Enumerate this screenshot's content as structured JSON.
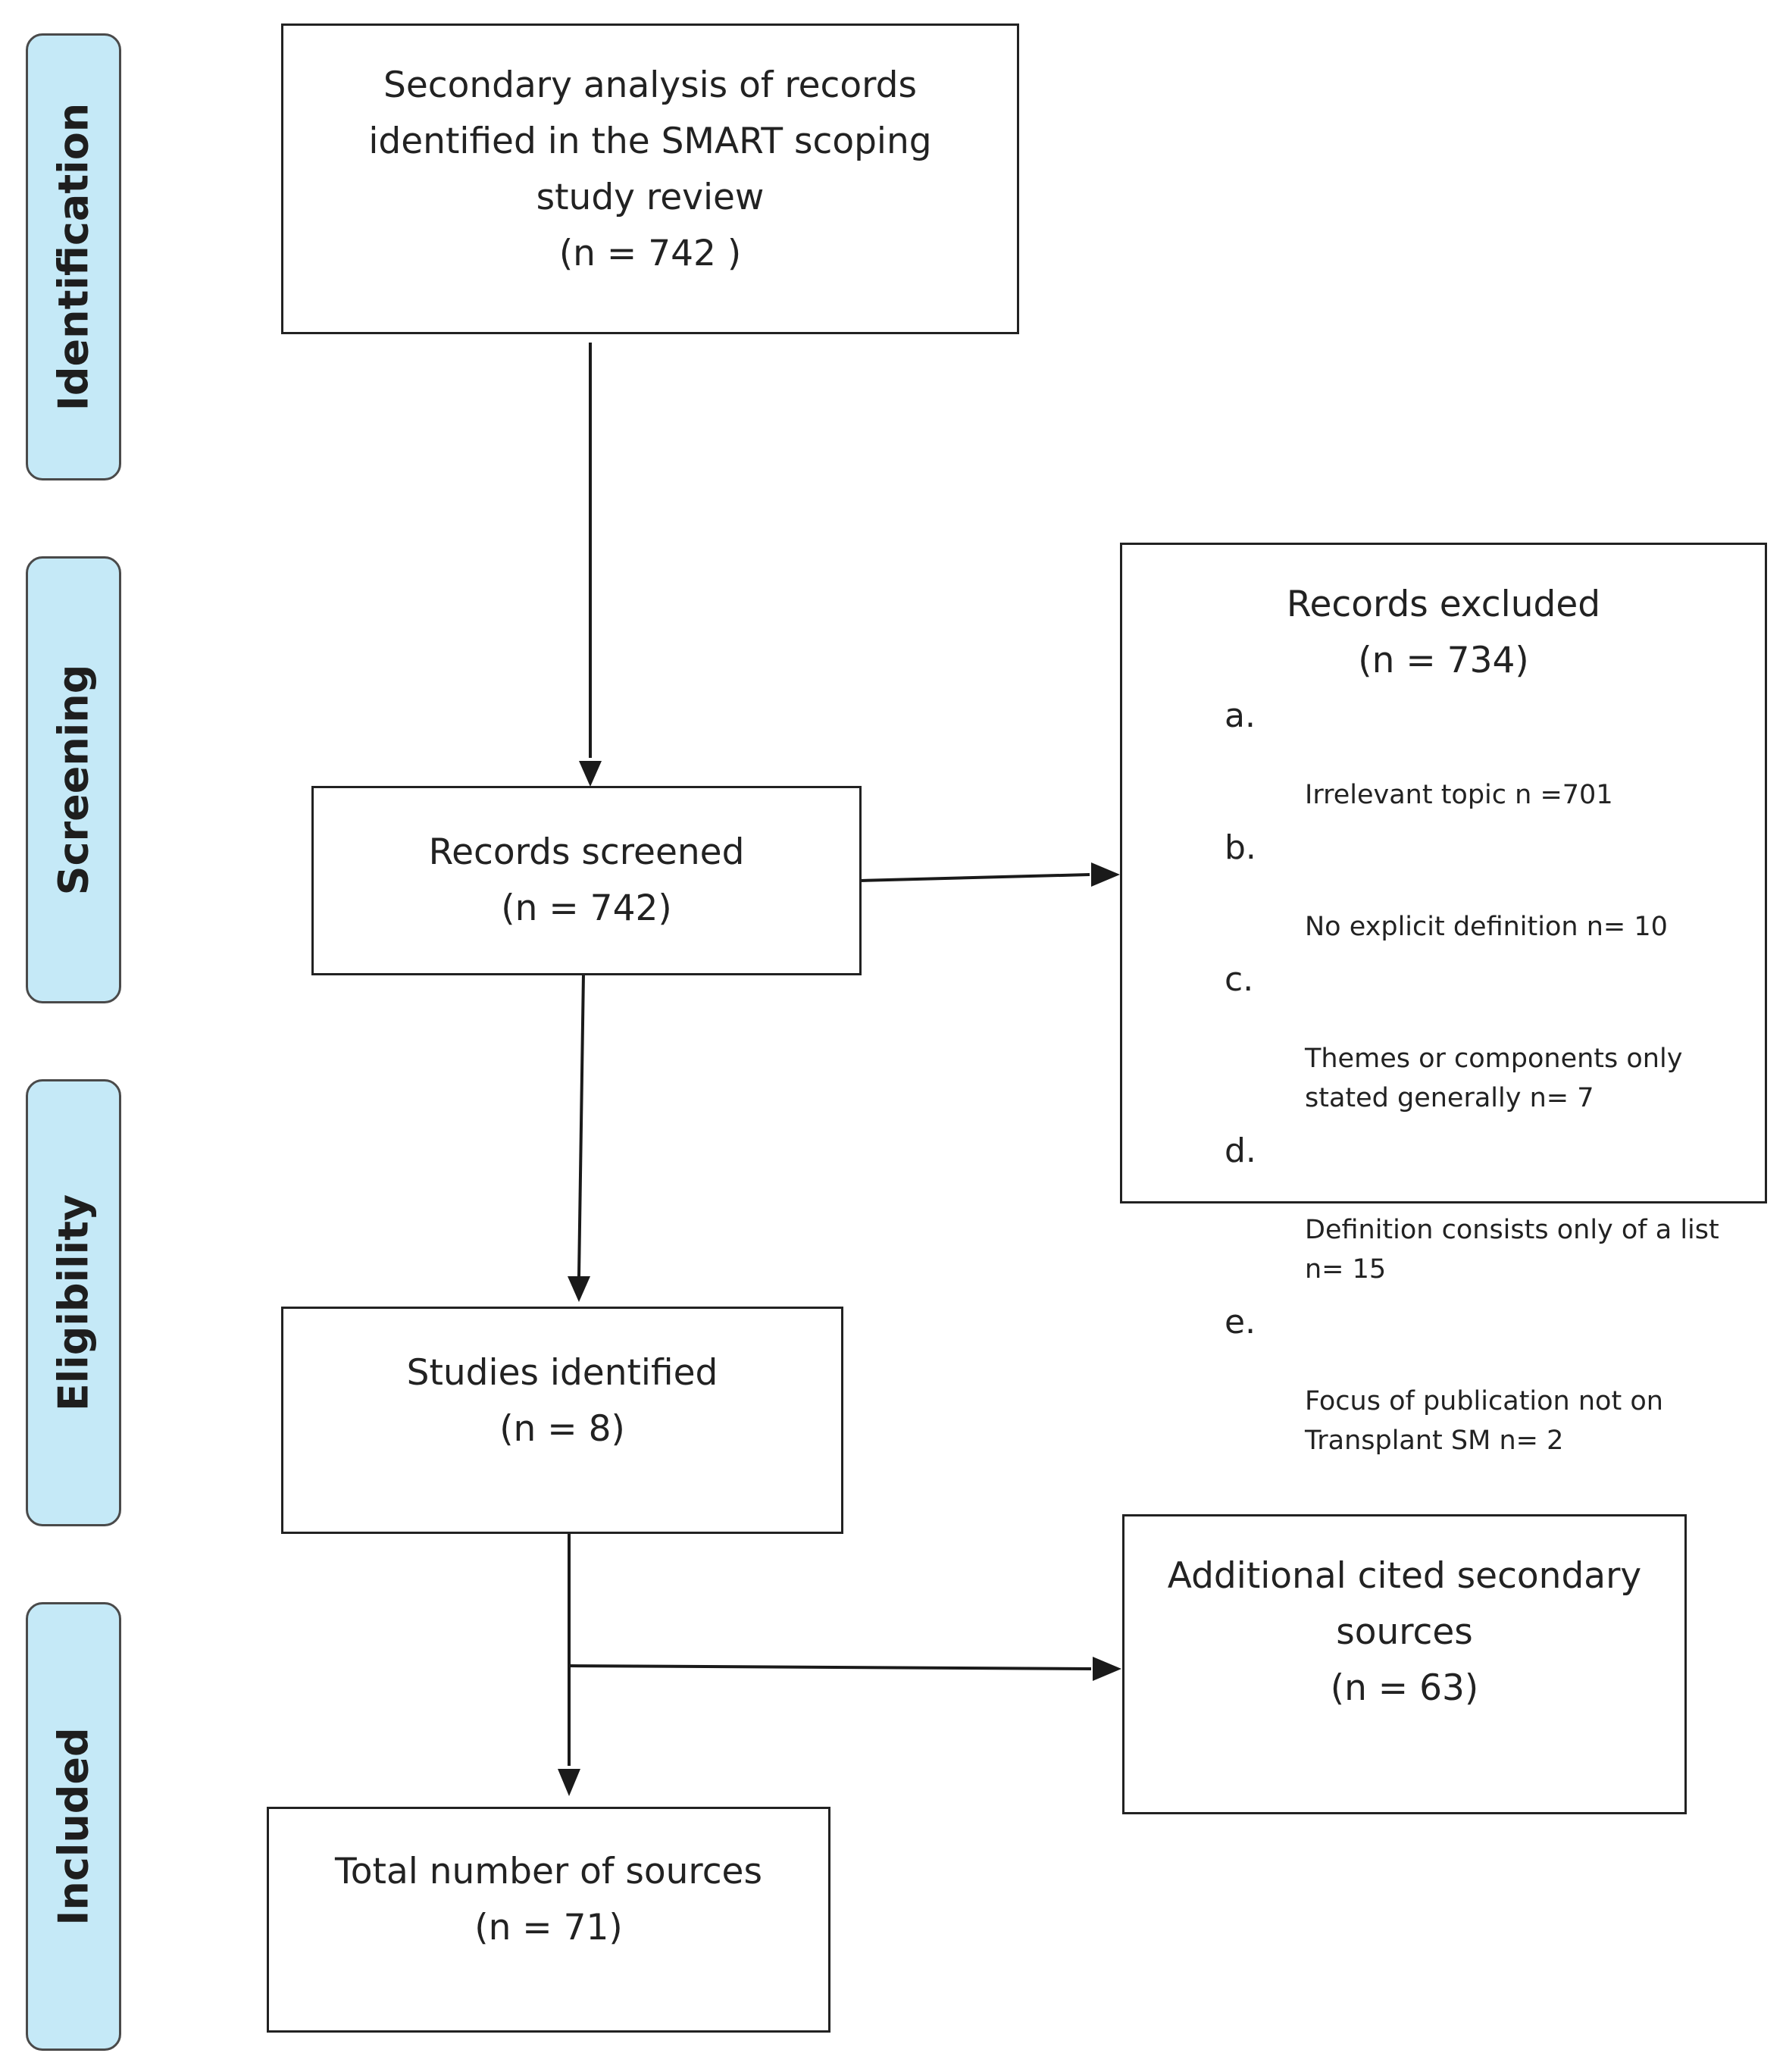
{
  "phases": [
    {
      "label": "Identification"
    },
    {
      "label": "Screening"
    },
    {
      "label": "Eligibility"
    },
    {
      "label": "Included"
    }
  ],
  "boxes": {
    "identification": {
      "text": "Secondary analysis of records\nidentified in the SMART scoping\nstudy review\n(n = 742  )"
    },
    "screened": {
      "text": "Records screened\n(n = 742)"
    },
    "excluded": {
      "title": "Records excluded\n(n = 734)",
      "items": [
        {
          "marker": "a.",
          "text": "Irrelevant topic n =701"
        },
        {
          "marker": "b.",
          "text": "No explicit definition n= 10"
        },
        {
          "marker": "c.",
          "text": "Themes or components only\nstated generally n= 7"
        },
        {
          "marker": "d.",
          "text": "Definition consists only of a list\nn= 15"
        },
        {
          "marker": "e.",
          "text": "Focus of publication not on\nTransplant SM n= 2"
        }
      ]
    },
    "studies": {
      "text": "Studies identified\n(n = 8)"
    },
    "additional": {
      "text": "Additional cited secondary\nsources\n(n = 63)"
    },
    "total": {
      "text": "Total number of sources\n(n = 71)"
    }
  },
  "colors": {
    "phase_fill": "#c5e9f7",
    "phase_border": "#4a4a4a",
    "line": "#1a1a1a"
  }
}
